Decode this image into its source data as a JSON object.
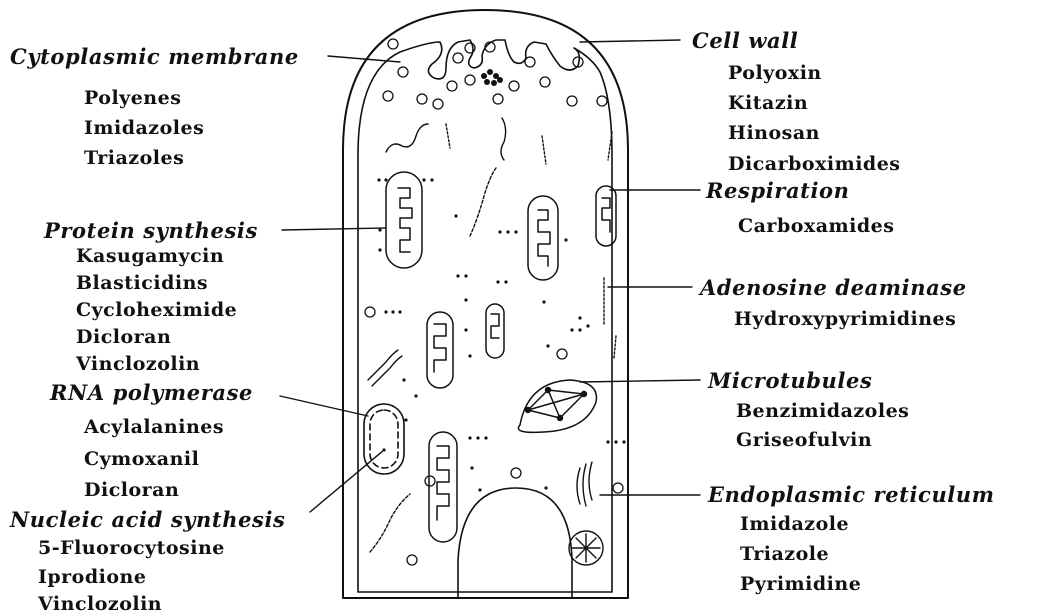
{
  "diagram": {
    "groups": [
      {
        "id": "cytoplasmic-membrane",
        "heading": "Cytoplasmic membrane",
        "items": [
          "Polyenes",
          "Imidazoles",
          "Triazoles"
        ]
      },
      {
        "id": "protein-synthesis",
        "heading": "Protein synthesis",
        "items": [
          "Kasugamycin",
          "Blasticidins",
          "Cycloheximide",
          "Dicloran",
          "Vinclozolin"
        ]
      },
      {
        "id": "rna-polymerase",
        "heading": "RNA polymerase",
        "items": [
          "Acylalanines",
          "Cymoxanil",
          "Dicloran"
        ]
      },
      {
        "id": "nucleic-acid-synthesis",
        "heading": "Nucleic acid synthesis",
        "items": [
          "5-Fluorocytosine",
          "Iprodione",
          "Vinclozolin"
        ]
      },
      {
        "id": "cell-wall",
        "heading": "Cell wall",
        "items": [
          "Polyoxin",
          "Kitazin",
          "Hinosan",
          "Dicarboximides"
        ]
      },
      {
        "id": "respiration",
        "heading": "Respiration",
        "items": [
          "Carboxamides"
        ]
      },
      {
        "id": "adenosine-deaminase",
        "heading": "Adenosine deaminase",
        "items": [
          "Hydroxypyrimidines"
        ]
      },
      {
        "id": "microtubules",
        "heading": "Microtubules",
        "items": [
          "Benzimidazoles",
          "Griseofulvin"
        ]
      },
      {
        "id": "endoplasmic-reticulum",
        "heading": "Endoplasmic reticulum",
        "items": [
          "Imidazole",
          "Triazole",
          "Pyrimidine"
        ]
      }
    ]
  }
}
